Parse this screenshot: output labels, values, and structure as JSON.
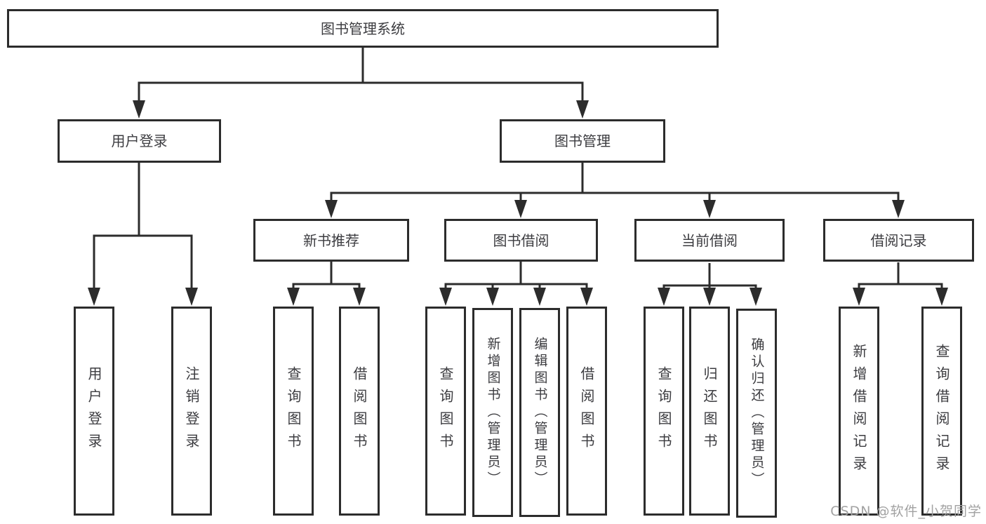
{
  "diagram": {
    "type": "tree",
    "colors": {
      "line": "#2c2c2c",
      "box_border": "#2c2c2c",
      "text": "#3c3c40",
      "background": "#ffffff",
      "watermark": "#a2a2a2"
    },
    "root": {
      "label": "图书管理系统",
      "children": [
        {
          "label": "用户登录",
          "children": [
            {
              "label": "用户登录"
            },
            {
              "label": "注销登录"
            }
          ]
        },
        {
          "label": "图书管理",
          "children": [
            {
              "label": "新书推荐",
              "children": [
                {
                  "label": "查询图书"
                },
                {
                  "label": "借阅图书"
                }
              ]
            },
            {
              "label": "图书借阅",
              "children": [
                {
                  "label": "查询图书"
                },
                {
                  "label": "新增图书（管理员）"
                },
                {
                  "label": "编辑图书（管理员）"
                },
                {
                  "label": "借阅图书"
                }
              ]
            },
            {
              "label": "当前借阅",
              "children": [
                {
                  "label": "查询图书"
                },
                {
                  "label": "归还图书"
                },
                {
                  "label": "确认归还（管理员）"
                }
              ]
            },
            {
              "label": "借阅记录",
              "children": [
                {
                  "label": "新增借阅记录"
                },
                {
                  "label": "查询借阅记录"
                }
              ]
            }
          ]
        }
      ]
    }
  },
  "watermark": {
    "text": "CSDN @软件_小贺同学"
  }
}
